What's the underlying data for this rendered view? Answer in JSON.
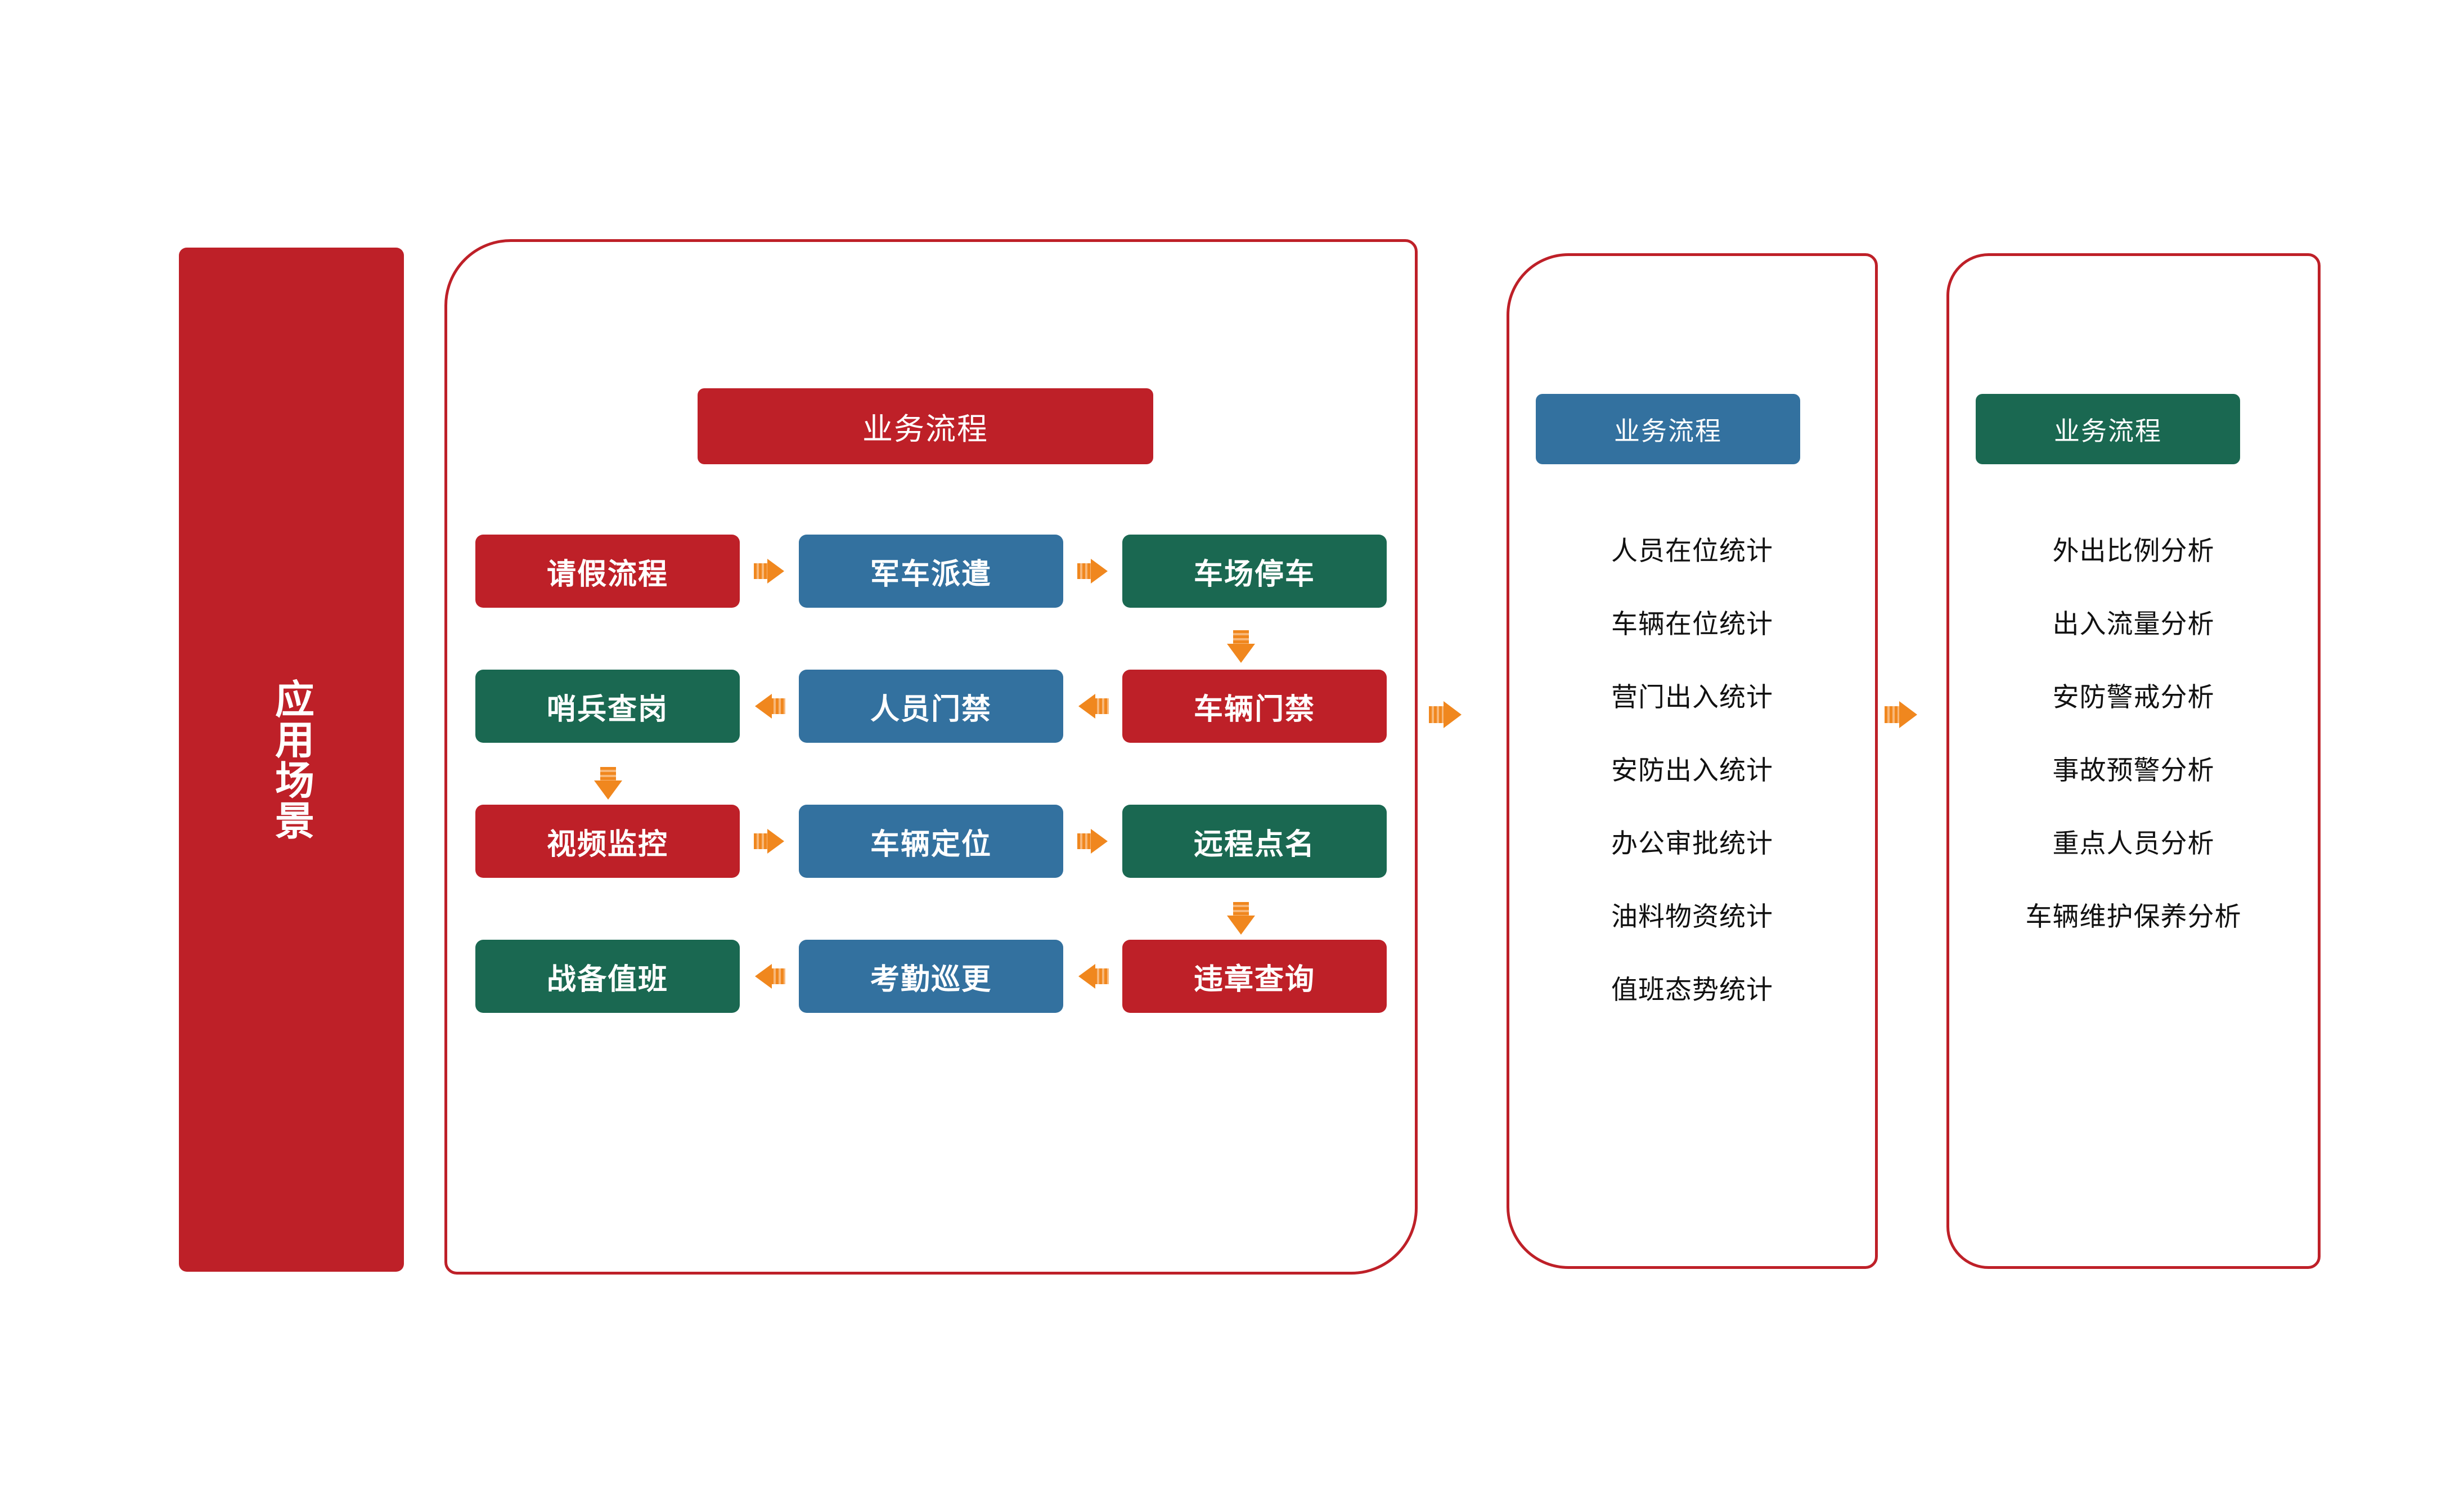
{
  "scenario_banner": {
    "label": "应用场景",
    "color": "#BE2028"
  },
  "colors": {
    "red": "#BE2028",
    "blue": "#33719F",
    "green": "#1A6851",
    "orange": "#F0871E",
    "text": "#111111"
  },
  "panels": {
    "process": {
      "header": "业务流程",
      "header_color": "#BE2028",
      "flow_rows": [
        {
          "direction": "right",
          "boxes": [
            {
              "label": "请假流程",
              "color": "red"
            },
            {
              "label": "军车派遣",
              "color": "blue"
            },
            {
              "label": "车场停车",
              "color": "green"
            }
          ]
        },
        {
          "direction": "left",
          "boxes": [
            {
              "label": "哨兵查岗",
              "color": "green"
            },
            {
              "label": "人员门禁",
              "color": "blue"
            },
            {
              "label": "车辆门禁",
              "color": "red"
            }
          ]
        },
        {
          "direction": "right",
          "boxes": [
            {
              "label": "视频监控",
              "color": "red"
            },
            {
              "label": "车辆定位",
              "color": "blue"
            },
            {
              "label": "远程点名",
              "color": "green"
            }
          ]
        },
        {
          "direction": "left",
          "boxes": [
            {
              "label": "战备值班",
              "color": "green"
            },
            {
              "label": "考勤巡更",
              "color": "blue"
            },
            {
              "label": "违章查询",
              "color": "red"
            }
          ]
        }
      ]
    },
    "statistics": {
      "header": "业务流程",
      "header_color": "#33719F",
      "items": [
        "人员在位统计",
        "车辆在位统计",
        "营门出入统计",
        "安防出入统计",
        "办公审批统计",
        "油料物资统计",
        "值班态势统计"
      ]
    },
    "analysis": {
      "header": "业务流程",
      "header_color": "#1A6851",
      "items": [
        "外出比例分析",
        "出入流量分析",
        "安防警戒分析",
        "事故预警分析",
        "重点人员分析",
        "车辆维护保养分析"
      ]
    }
  }
}
